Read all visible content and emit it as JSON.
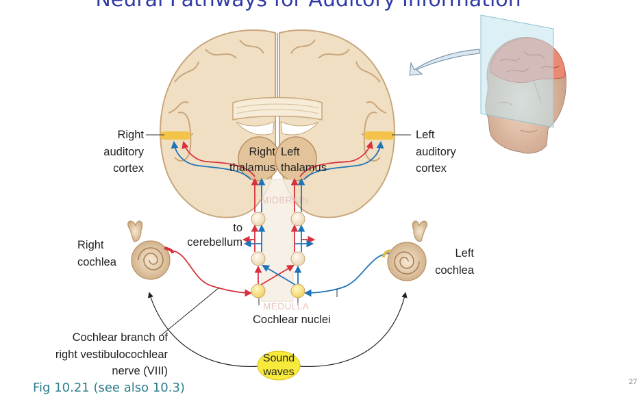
{
  "title": "Neural Pathways for Auditory Information",
  "labels": {
    "right_cortex": [
      "Right",
      "auditory",
      "cortex"
    ],
    "left_cortex": [
      "Left",
      "auditory",
      "cortex"
    ],
    "right_thalamus": [
      "Right",
      "thalamus"
    ],
    "left_thalamus": [
      "Left",
      "thalamus"
    ],
    "midbrain": "MIDBRAIN",
    "to_cerebellum": [
      "to",
      "cerebellum"
    ],
    "right_cochlea": [
      "Right",
      "cochlea"
    ],
    "left_cochlea": [
      "Left",
      "cochlea"
    ],
    "medulla": "MEDULLA",
    "cochlear_nuclei": "Cochlear nuclei",
    "cochlear_branch": [
      "Cochlear branch of",
      "right vestibulocochlear",
      "nerve (VIII)"
    ],
    "sound_waves": [
      "Sound",
      "waves"
    ]
  },
  "caption": "Fig 10.21 (see also 10.3)",
  "page_number": "27",
  "colors": {
    "title": "#2f3aa6",
    "brain_fill": "#f0dfc3",
    "brain_outline": "#c9a67c",
    "red_path": "#d8303d",
    "blue_path": "#1f73b7",
    "cortex_highlight": "#f3c34a",
    "sound_waves": "#f7ea3b",
    "caption": "#2b7d8c"
  }
}
